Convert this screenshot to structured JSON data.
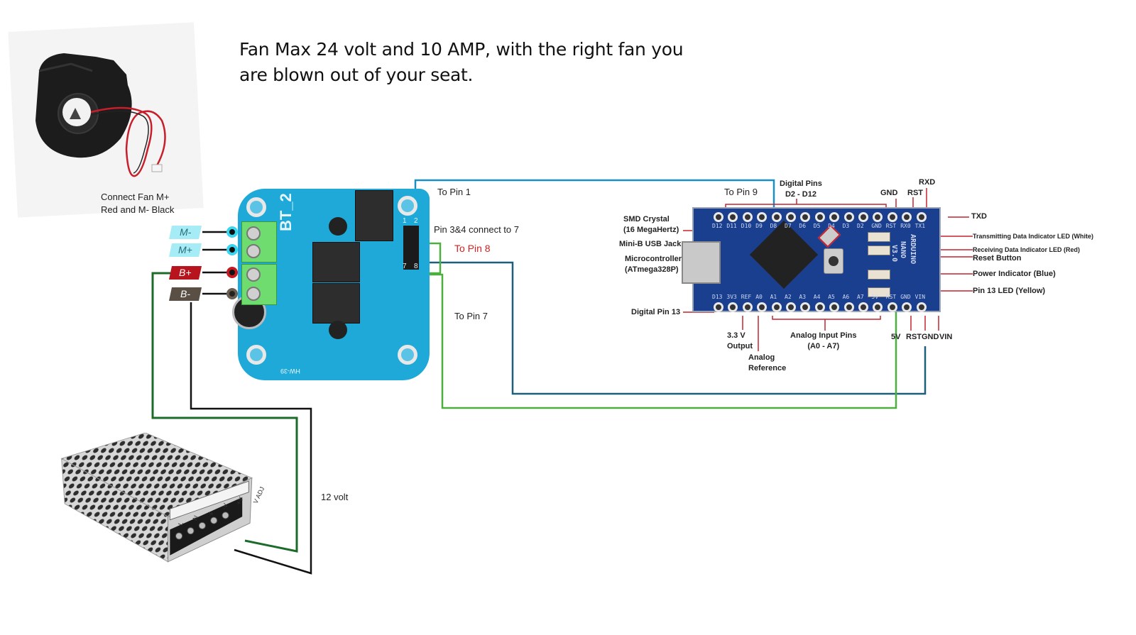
{
  "title": {
    "line1": "Fan Max 24 volt and 10 AMP, with the right fan you",
    "line2": "are blown out of your seat."
  },
  "fan": {
    "caption_line1": "Connect Fan M+",
    "caption_line2": "Red and M- Black"
  },
  "motor_driver": {
    "board_label": "BT_2",
    "board_model": "HW-39",
    "terminals": [
      {
        "id": "m-minus",
        "label": "M-",
        "color": "#a6ecf7"
      },
      {
        "id": "m-plus",
        "label": "M+",
        "color": "#a6ecf7"
      },
      {
        "id": "b-plus",
        "label": "B+",
        "color": "#b8141d"
      },
      {
        "id": "b-minus",
        "label": "B-",
        "color": "#5a4f44"
      }
    ],
    "header_pins": {
      "top_left": "1",
      "top_right": "2",
      "bottom_left": "7",
      "bottom_right": "8"
    }
  },
  "connections": {
    "to_pin_1": "To Pin 1",
    "to_pin_9": "To Pin 9",
    "pin_3_4_note": "Pin 3&4 connect to 7",
    "to_pin_8": "To Pin 8",
    "to_pin_7": "To Pin 7",
    "supply_voltage": "12 volt"
  },
  "wire_colors": {
    "signal_blue": "#1a8fc4",
    "gnd_darkblue": "#1f5f7a",
    "five_v_green": "#4caf3f",
    "power_green": "#1c6b2a",
    "power_black": "#111111",
    "to_pin_8_text": "#d42020"
  },
  "arduino": {
    "board_text": [
      "ARDUINO",
      "NANO",
      "V3.0"
    ],
    "top_pins": [
      "D12",
      "D11",
      "D10",
      "D9",
      "D8",
      "D7",
      "D6",
      "D5",
      "D4",
      "D3",
      "D2",
      "GND",
      "RST",
      "RX0",
      "TX1"
    ],
    "bottom_pins": [
      "D13",
      "3V3",
      "REF",
      "A0",
      "A1",
      "A2",
      "A3",
      "A4",
      "A5",
      "A6",
      "A7",
      "5V",
      "RST",
      "GND",
      "VIN"
    ],
    "annotations": {
      "digital_pins": [
        "Digital Pins",
        "D2 - D12"
      ],
      "gnd": "GND",
      "rst": "RST",
      "rxd": "RXD",
      "txd": "TXD",
      "smd_crystal": [
        "SMD Crystal",
        "(16 MegaHertz)"
      ],
      "mini_usb": "Mini-B USB Jack",
      "microcontroller": [
        "Microcontroller",
        "(ATmega328P)"
      ],
      "tx_led": "Transmitting Data Indicator LED (White)",
      "rx_led": "Receiving Data Indicator LED (Red)",
      "reset_button": "Reset Button",
      "power_led": "Power Indicator (Blue)",
      "pin13_led": "Pin 13 LED (Yellow)",
      "digital_pin_13": "Digital Pin 13",
      "v33_output": [
        "3.3 V",
        "Output"
      ],
      "analog_ref": [
        "Analog",
        "Reference"
      ],
      "analog_inputs": [
        "Analog Input Pins",
        "(A0 - A7)"
      ],
      "bottom_5v": "5V",
      "bottom_rst": "RST",
      "bottom_gnd": "GND",
      "bottom_vin": "VIN"
    }
  },
  "power_supply": {
    "terminal_labels": [
      "L",
      "N",
      "⏚",
      "-V",
      "+V",
      "V ADJ"
    ]
  }
}
